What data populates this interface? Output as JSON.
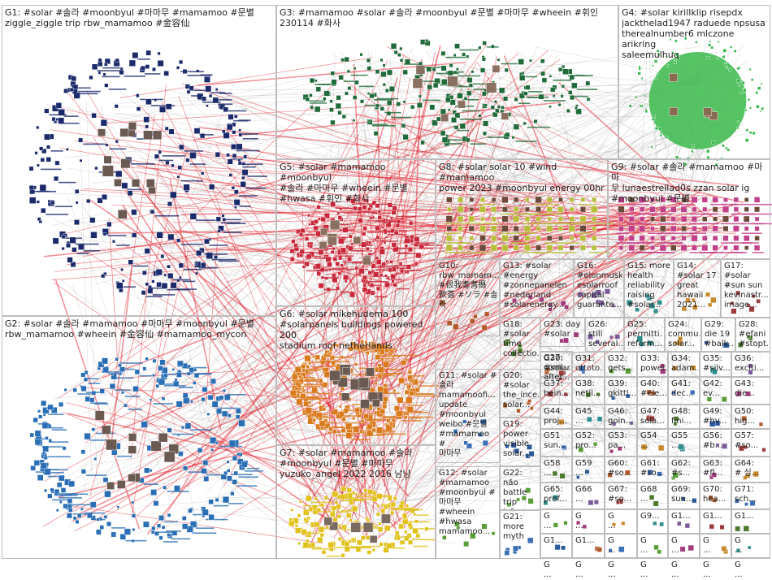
{
  "groups": [
    {
      "id": "G1",
      "label": "G1: #solar #솔라 #moonbyul #마마무 #mamamoo #문별\nziggle_ziggle trip rbw_mamamoo #金容仙"
    },
    {
      "id": "G2",
      "label": "G2: #solar #솔라 #mamamoo #마마무 #moonbyul #문별\nrbw_mamamoo #wheein #金容仙 #mamamoo_mycon"
    },
    {
      "id": "G3",
      "label": "G3: #mamamoo #solar #솔라 #moonbyul #문별 #마마무 #wheein #휘인\n230114 #화사"
    },
    {
      "id": "G4",
      "label": "G4: #solar kirillklip risepdx\njackthelad1947 raduede npsusa\ntherealnumber6 mlczone arikring\nsaleemulhuq"
    },
    {
      "id": "G5",
      "label": "G5: #solar #mamamoo #moonbyul\n#솔라 #마마무 #wheein #문별\n#hwasa #휘인 #화사"
    },
    {
      "id": "G6",
      "label": "G6: #solar mikehudema 100\n#solarpanels buildings powered 200\nstadium roof netherlands"
    },
    {
      "id": "G7",
      "label": "G7: #solar #mamamoo #솔라\n#moonbyul #문별 #마마무\nyuzuko_angel 2022 2016 남냥"
    },
    {
      "id": "G8",
      "label": "G8: #solar solar 10 #wind #mamamoo\npower 2023 #moonbyul energy 00hr"
    },
    {
      "id": "G9",
      "label": "G9: #solar #솔라 #mamamoo #마마\n무 lunaestrellad0s zzan solar ig\n#moonbyul #문별"
    },
    {
      "id": "G10",
      "label": "G10:\nrbw_mamam...\n#很我耄耆摄\n款荟 #ソラ #솔\n라"
    },
    {
      "id": "G11",
      "label": "G11: #solar #\n솔라\nmamamoofi...\nupdate\n#moonbyul\nweibo #문별\n#mamamoo #\n마마무"
    },
    {
      "id": "G12",
      "label": "G12: #solar\n#mamamoo\n#moonbyul #\n마마무\n#wheein\n#hwasa\nmamamoo..."
    },
    {
      "id": "G13",
      "label": "G13: #solar\n#energy\n#zonnepanelen\n#nederland\n#solarenergy..."
    },
    {
      "id": "G14",
      "label": "G14:\n#solar 17\ngreat\nhawaii\n2021..."
    },
    {
      "id": "G15",
      "label": "G15: more\nhealth\nreliability\nraising\n#solar..."
    },
    {
      "id": "G16",
      "label": "G16:\n#elonmusk\nesolarroof\ncapital\nguarante..."
    },
    {
      "id": "G17",
      "label": "G17:\n#solar\n#sun sun\nkevinastr...\nimage..."
    },
    {
      "id": "G18",
      "label": "G18:\n#solar\ntime\ncollectio..."
    },
    {
      "id": "G19",
      "label": "G19:\npower\nvisible\nsolar..."
    },
    {
      "id": "G20",
      "label": "G20:\n#solar\nthe_ince...\nsolar..."
    },
    {
      "id": "G21",
      "label": "G21:\nmore\nmyth"
    },
    {
      "id": "G22",
      "label": "G22: não\nbattle trip\ninfosmo..."
    },
    {
      "id": "G23",
      "label": "G23: day\n#solar"
    },
    {
      "id": "G24",
      "label": "G24:\ncommu...\nsolar..."
    },
    {
      "id": "G25",
      "label": "G25:\npermitti...\nreform..."
    },
    {
      "id": "G26",
      "label": "G26:\nstill\nseveral..."
    },
    {
      "id": "G27",
      "label": "G27:\ncomi...\nafter..."
    },
    {
      "id": "G28",
      "label": "G28:\n#efani\n#stopt..."
    },
    {
      "id": "G29",
      "label": "G29:\ndie 19\n#balk..."
    },
    {
      "id": "G30",
      "label": "G30:\n#solar..."
    },
    {
      "id": "G31",
      "label": "G31:\nottoto..."
    },
    {
      "id": "G32",
      "label": "G32:\ngets..."
    },
    {
      "id": "G33",
      "label": "G33:\npower..."
    },
    {
      "id": "G34",
      "label": "G34:\nadam..."
    },
    {
      "id": "G35",
      "label": "G35:\n#silv..."
    },
    {
      "id": "G36",
      "label": "G36:\nexciti..."
    },
    {
      "id": "G37",
      "label": "G37:\nbein..."
    },
    {
      "id": "G38",
      "label": "G38:\nnetli..."
    },
    {
      "id": "G39",
      "label": "G39:\ngkittl..."
    },
    {
      "id": "G40",
      "label": "G40:\n#ele..."
    },
    {
      "id": "G41",
      "label": "G41:\ndec..."
    },
    {
      "id": "G42",
      "label": "G42:\nev..."
    },
    {
      "id": "G43",
      "label": "G43:\ndie..."
    },
    {
      "id": "G44",
      "label": "G44:\nproj..."
    },
    {
      "id": "G45",
      "label": "G45\n..."
    },
    {
      "id": "G46",
      "label": "G46:\ngoin..."
    },
    {
      "id": "G47",
      "label": "G47:\nsola..."
    },
    {
      "id": "G48",
      "label": "G48:\nfini..."
    },
    {
      "id": "G49",
      "label": "G49:\n#hv..."
    },
    {
      "id": "G50",
      "label": "G50:\nhig..."
    },
    {
      "id": "G51",
      "label": "G51\nsun..."
    },
    {
      "id": "G52",
      "label": "G52:\npro..."
    },
    {
      "id": "G53",
      "label": "G53:\npa..."
    },
    {
      "id": "G54",
      "label": "G54\n..."
    },
    {
      "id": "G55",
      "label": "G55\n..."
    },
    {
      "id": "G56",
      "label": "G56:\n#b..."
    },
    {
      "id": "G57",
      "label": "G57:\n#so..."
    },
    {
      "id": "G58",
      "label": "G58\n..."
    },
    {
      "id": "G59",
      "label": "G59\n..."
    },
    {
      "id": "G60",
      "label": "G60:\n#so..."
    },
    {
      "id": "G61",
      "label": "G61:\n#so..."
    },
    {
      "id": "G62",
      "label": "G62:\n#s..."
    },
    {
      "id": "G63",
      "label": "G63:\n#fl..."
    },
    {
      "id": "G64",
      "label": "G64:\n# 심..."
    },
    {
      "id": "G65",
      "label": "G65:\nprof..."
    },
    {
      "id": "G66",
      "label": "G66\n..."
    },
    {
      "id": "G67",
      "label": "G67:\n#so..."
    },
    {
      "id": "G68",
      "label": "G68\n..."
    },
    {
      "id": "G69",
      "label": "G69:\nsun..."
    },
    {
      "id": "G70",
      "label": "G70:\nhea..."
    },
    {
      "id": "G71",
      "label": "G71:\nsch..."
    },
    {
      "id": "G72",
      "label": "G\n..."
    },
    {
      "id": "G73",
      "label": "G\n..."
    },
    {
      "id": "G74",
      "label": "G\n..."
    },
    {
      "id": "G75",
      "label": "G9..."
    },
    {
      "id": "G76",
      "label": "G1..."
    },
    {
      "id": "G77",
      "label": "G1..."
    },
    {
      "id": "G78",
      "label": "G1..."
    },
    {
      "id": "G79",
      "label": "G1..."
    },
    {
      "id": "G80",
      "label": "G1..."
    },
    {
      "id": "G81",
      "label": "G\n..."
    },
    {
      "id": "G82",
      "label": "G\n..."
    },
    {
      "id": "G83",
      "label": "G\n..."
    },
    {
      "id": "G84",
      "label": "G\n..."
    },
    {
      "id": "G85",
      "label": "G\n..."
    },
    {
      "id": "G86",
      "label": "G\n..."
    },
    {
      "id": "G87",
      "label": "G\n..."
    },
    {
      "id": "G88",
      "label": "G\n..."
    },
    {
      "id": "G89",
      "label": "G\n..."
    },
    {
      "id": "G90",
      "label": "G\n..."
    },
    {
      "id": "G91",
      "label": "G\n..."
    },
    {
      "id": "G92",
      "label": "G\n..."
    },
    {
      "id": "G93",
      "label": "G\n..."
    }
  ],
  "colors": {
    "background": "#ffffff",
    "border": "#bdbdbd",
    "edge_red": "#e0101a",
    "edge_gray": "#8c8c8c",
    "G1": "#1b2a6b",
    "G2": "#2a6fb5",
    "G3": "#1f6b3a",
    "G4": "#38b84a",
    "G5": "#c8283a",
    "G6": "#d97b1d",
    "G7": "#e0c21a",
    "G8": "#b7bf3a",
    "G9": "#c23f8a"
  }
}
